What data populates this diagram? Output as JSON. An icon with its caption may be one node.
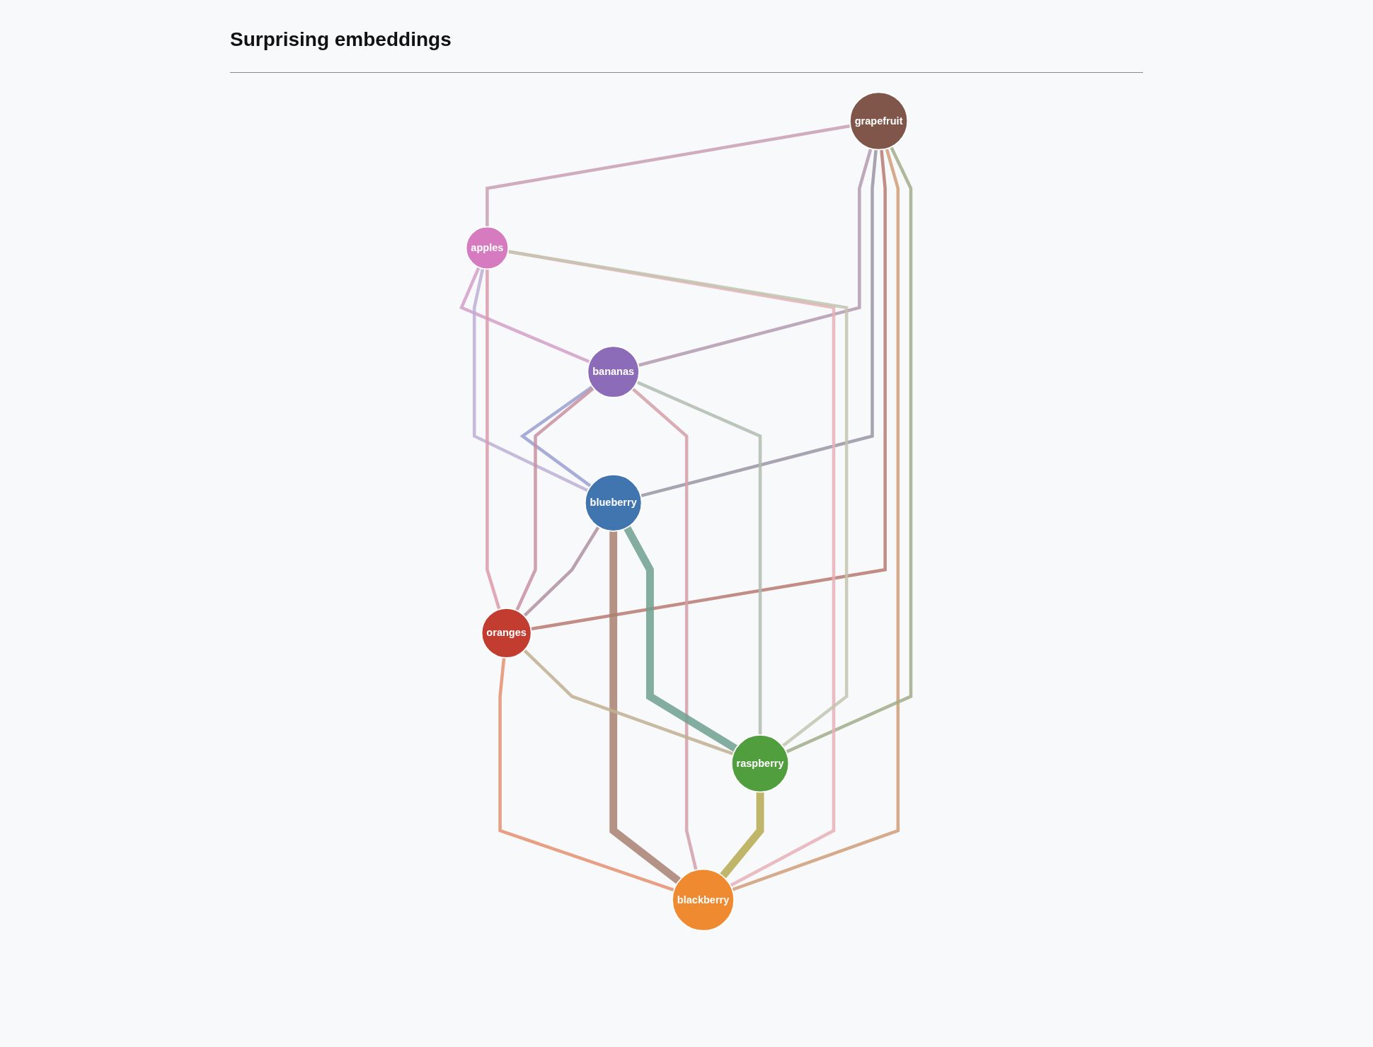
{
  "diagram": {
    "title": "Surprising embeddings",
    "nodes": [
      {
        "text": [
          "grapefruit"
        ]
      },
      {
        "text": [
          "apples"
        ]
      },
      {
        "text": [
          "bananas"
        ]
      },
      {
        "text": [
          "blueberry"
        ]
      },
      {
        "text": [
          "oranges"
        ]
      },
      {
        "text": [
          "blackberry"
        ]
      },
      {
        "text": [
          "raspberry"
        ]
      }
    ],
    "edges": [
      {
        "from": 0,
        "to": 1,
        "arrow": "none",
        "color": "#c9a0b0"
      },
      {
        "from": 0,
        "to": 2,
        "arrow": "none",
        "color": "#b39ab0"
      },
      {
        "from": 0,
        "to": 3,
        "arrow": "none",
        "color": "#9a95a5"
      },
      {
        "from": 0,
        "to": 4,
        "arrow": "none",
        "color": "#b87a72"
      },
      {
        "from": 0,
        "to": 5,
        "arrow": "none",
        "color": "#cf9d78"
      },
      {
        "from": 0,
        "to": 6,
        "arrow": "none",
        "color": "#a0ae88"
      },
      {
        "from": 1,
        "to": 2,
        "arrow": "none",
        "color": "#d4a0c8"
      },
      {
        "from": 1,
        "to": 3,
        "arrow": "none",
        "color": "#bdb0d5"
      },
      {
        "from": 1,
        "to": 4,
        "arrow": "none",
        "color": "#dd9aaa"
      },
      {
        "from": 1,
        "to": 5,
        "arrow": "none",
        "color": "#e8b0b8"
      },
      {
        "from": 1,
        "to": 6,
        "arrow": "none",
        "color": "#c3c4b0"
      },
      {
        "from": 2,
        "to": 3,
        "arrow": "none",
        "color": "#9aa0d0"
      },
      {
        "from": 2,
        "to": 4,
        "arrow": "none",
        "color": "#c890a0"
      },
      {
        "from": 2,
        "to": 5,
        "arrow": "none",
        "color": "#d4a0a8"
      },
      {
        "from": 2,
        "to": 6,
        "arrow": "none",
        "color": "#b0bcb0"
      },
      {
        "from": 3,
        "to": 4,
        "arrow": "none",
        "color": "#b090a0"
      },
      {
        "from": 3,
        "to": 5,
        "arrow": "none",
        "style": "thick",
        "color": "#a88070"
      },
      {
        "from": 3,
        "to": 6,
        "arrow": "none",
        "style": "thick",
        "color": "#6fa08e"
      },
      {
        "from": 4,
        "to": 5,
        "arrow": "none",
        "color": "#e59070"
      },
      {
        "from": 4,
        "to": 6,
        "arrow": "none",
        "color": "#c0b090"
      },
      {
        "from": 6,
        "to": 5,
        "arrow": "none",
        "style": "thick",
        "color": "#b5aa50"
      }
    ]
  }
}
